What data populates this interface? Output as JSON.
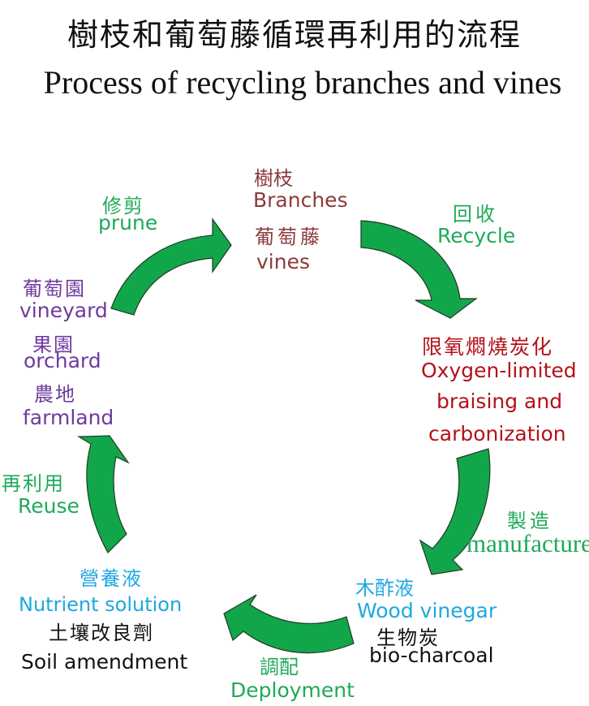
{
  "title": {
    "zh": "樹枝和葡萄藤循環再利用的流程",
    "en": "Process of recycling branches and vines"
  },
  "nodes": {
    "source": {
      "zh1": "樹枝",
      "en1": "Branches",
      "zh2": "葡萄藤",
      "en2": "vines",
      "color": "#8b3a3a"
    },
    "carbonization": {
      "zh": "限氧燜燒炭化",
      "en1": "Oxygen-limited",
      "en2": "braising and",
      "en3": "carbonization",
      "color": "#b4111a"
    },
    "products": {
      "zh1": "木酢液",
      "en1": "Wood vinegar",
      "zh2": "生物炭",
      "en2": "bio-charcoal"
    },
    "applications": {
      "zh1": "營養液",
      "en1": "Nutrient solution",
      "zh2": "土壤改良劑",
      "en2": "Soil amendment"
    },
    "land": {
      "zh1": "葡萄園",
      "en1": "vineyard",
      "zh2": "果園",
      "en2": "orchard",
      "zh3": "農地",
      "en3": "farmland",
      "color": "#6e3a9e"
    }
  },
  "steps": {
    "recycle": {
      "zh": "回收",
      "en": "Recycle"
    },
    "manufacture": {
      "zh": "製造",
      "en": "manufacture"
    },
    "deployment": {
      "zh": "調配",
      "en": "Deployment"
    },
    "reuse": {
      "zh": "再利用",
      "en": "Reuse"
    },
    "prune": {
      "zh": "修剪",
      "en": "prune"
    }
  },
  "colors": {
    "arrow": "#12a64b",
    "step_label": "#1faa59",
    "blue_label": "#1ea8e0"
  }
}
